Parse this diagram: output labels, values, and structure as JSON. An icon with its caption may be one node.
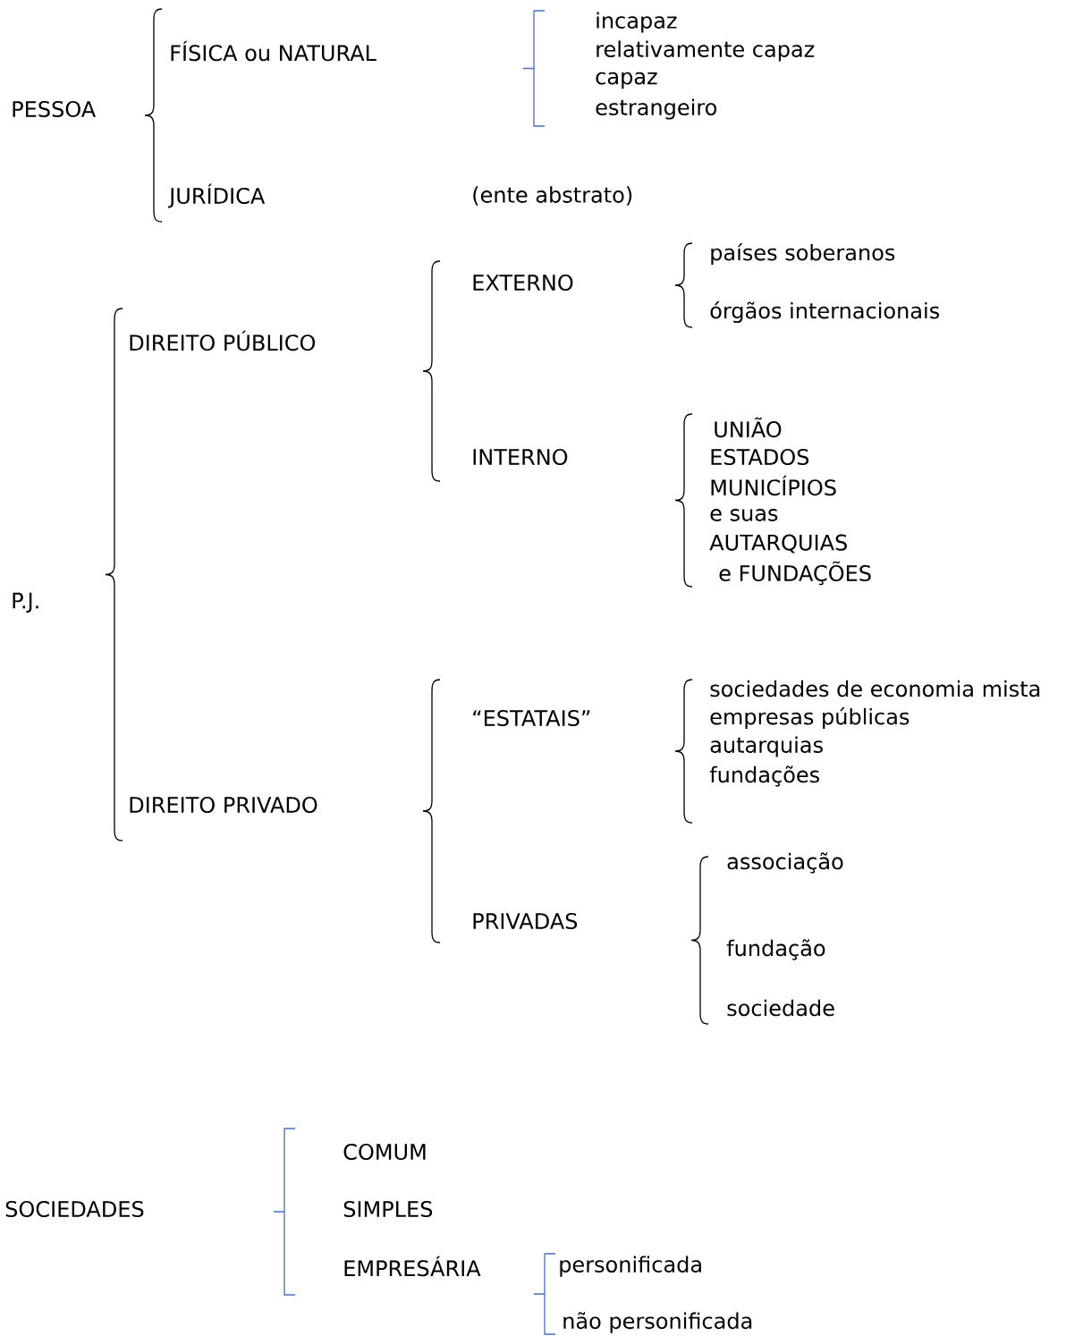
{
  "diagram": {
    "labels": [
      "PESSOA",
      "FÍSICA ou NATURAL",
      "incapaz",
      "relativamente capaz",
      "capaz",
      "estrangeiro",
      "JURÍDICA",
      "(ente abstrato)",
      "P.J.",
      "DIREITO PÚBLICO",
      "EXTERNO",
      "países soberanos",
      "órgãos internacionais",
      "UNIÃO",
      "INTERNO",
      "ESTADOS",
      "MUNICÍPIOS",
      "e suas",
      "AUTARQUIAS",
      "e FUNDAÇÕES",
      "sociedades de economia mista",
      "“ESTATAIS”",
      "empresas públicas",
      "autarquias",
      "fundações",
      "DIREITO PRIVADO",
      "associação",
      "PRIVADAS",
      "fundação",
      "sociedade",
      "COMUM",
      "SOCIEDADES",
      "SIMPLES",
      "EMPRESÁRIA",
      "personificada",
      "não personificada"
    ]
  }
}
